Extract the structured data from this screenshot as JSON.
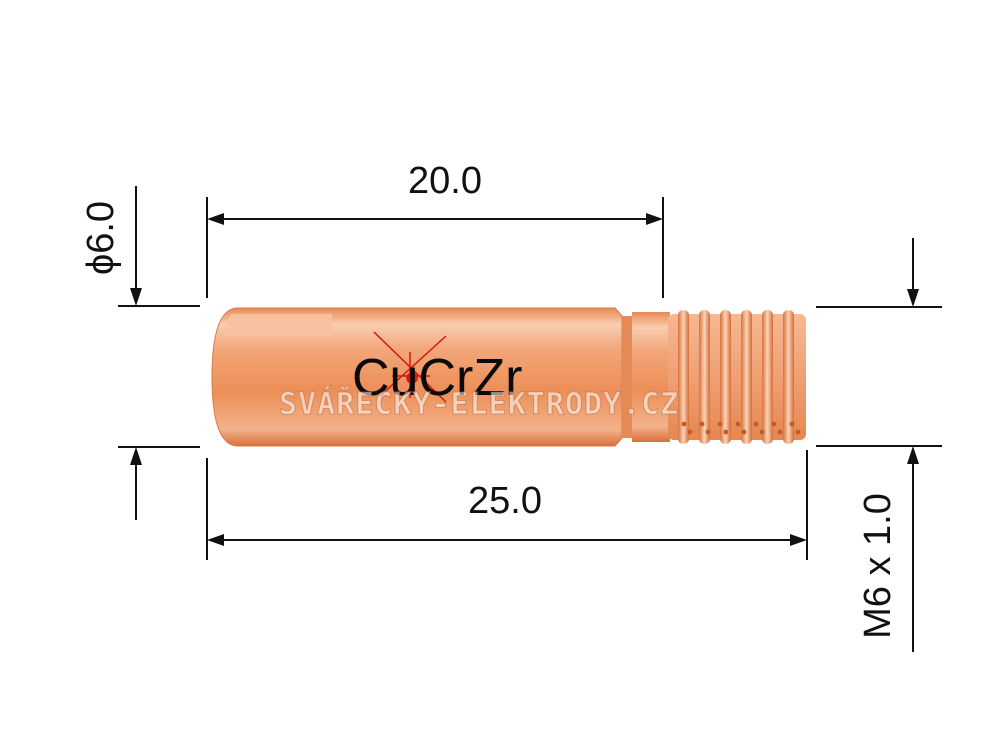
{
  "dimensions": {
    "diameter": "ϕ6.0",
    "shank_length": "20.0",
    "total_length": "25.0",
    "thread": "M6 x 1.0"
  },
  "material_label": "CuCrZr",
  "watermark": "SVÁŘECKY-ELEKTRODY.CZ",
  "colors": {
    "copper_light": "#f8c7a6",
    "copper_mid": "#ec925c",
    "copper_dark": "#c9622e",
    "line": "#111111"
  }
}
